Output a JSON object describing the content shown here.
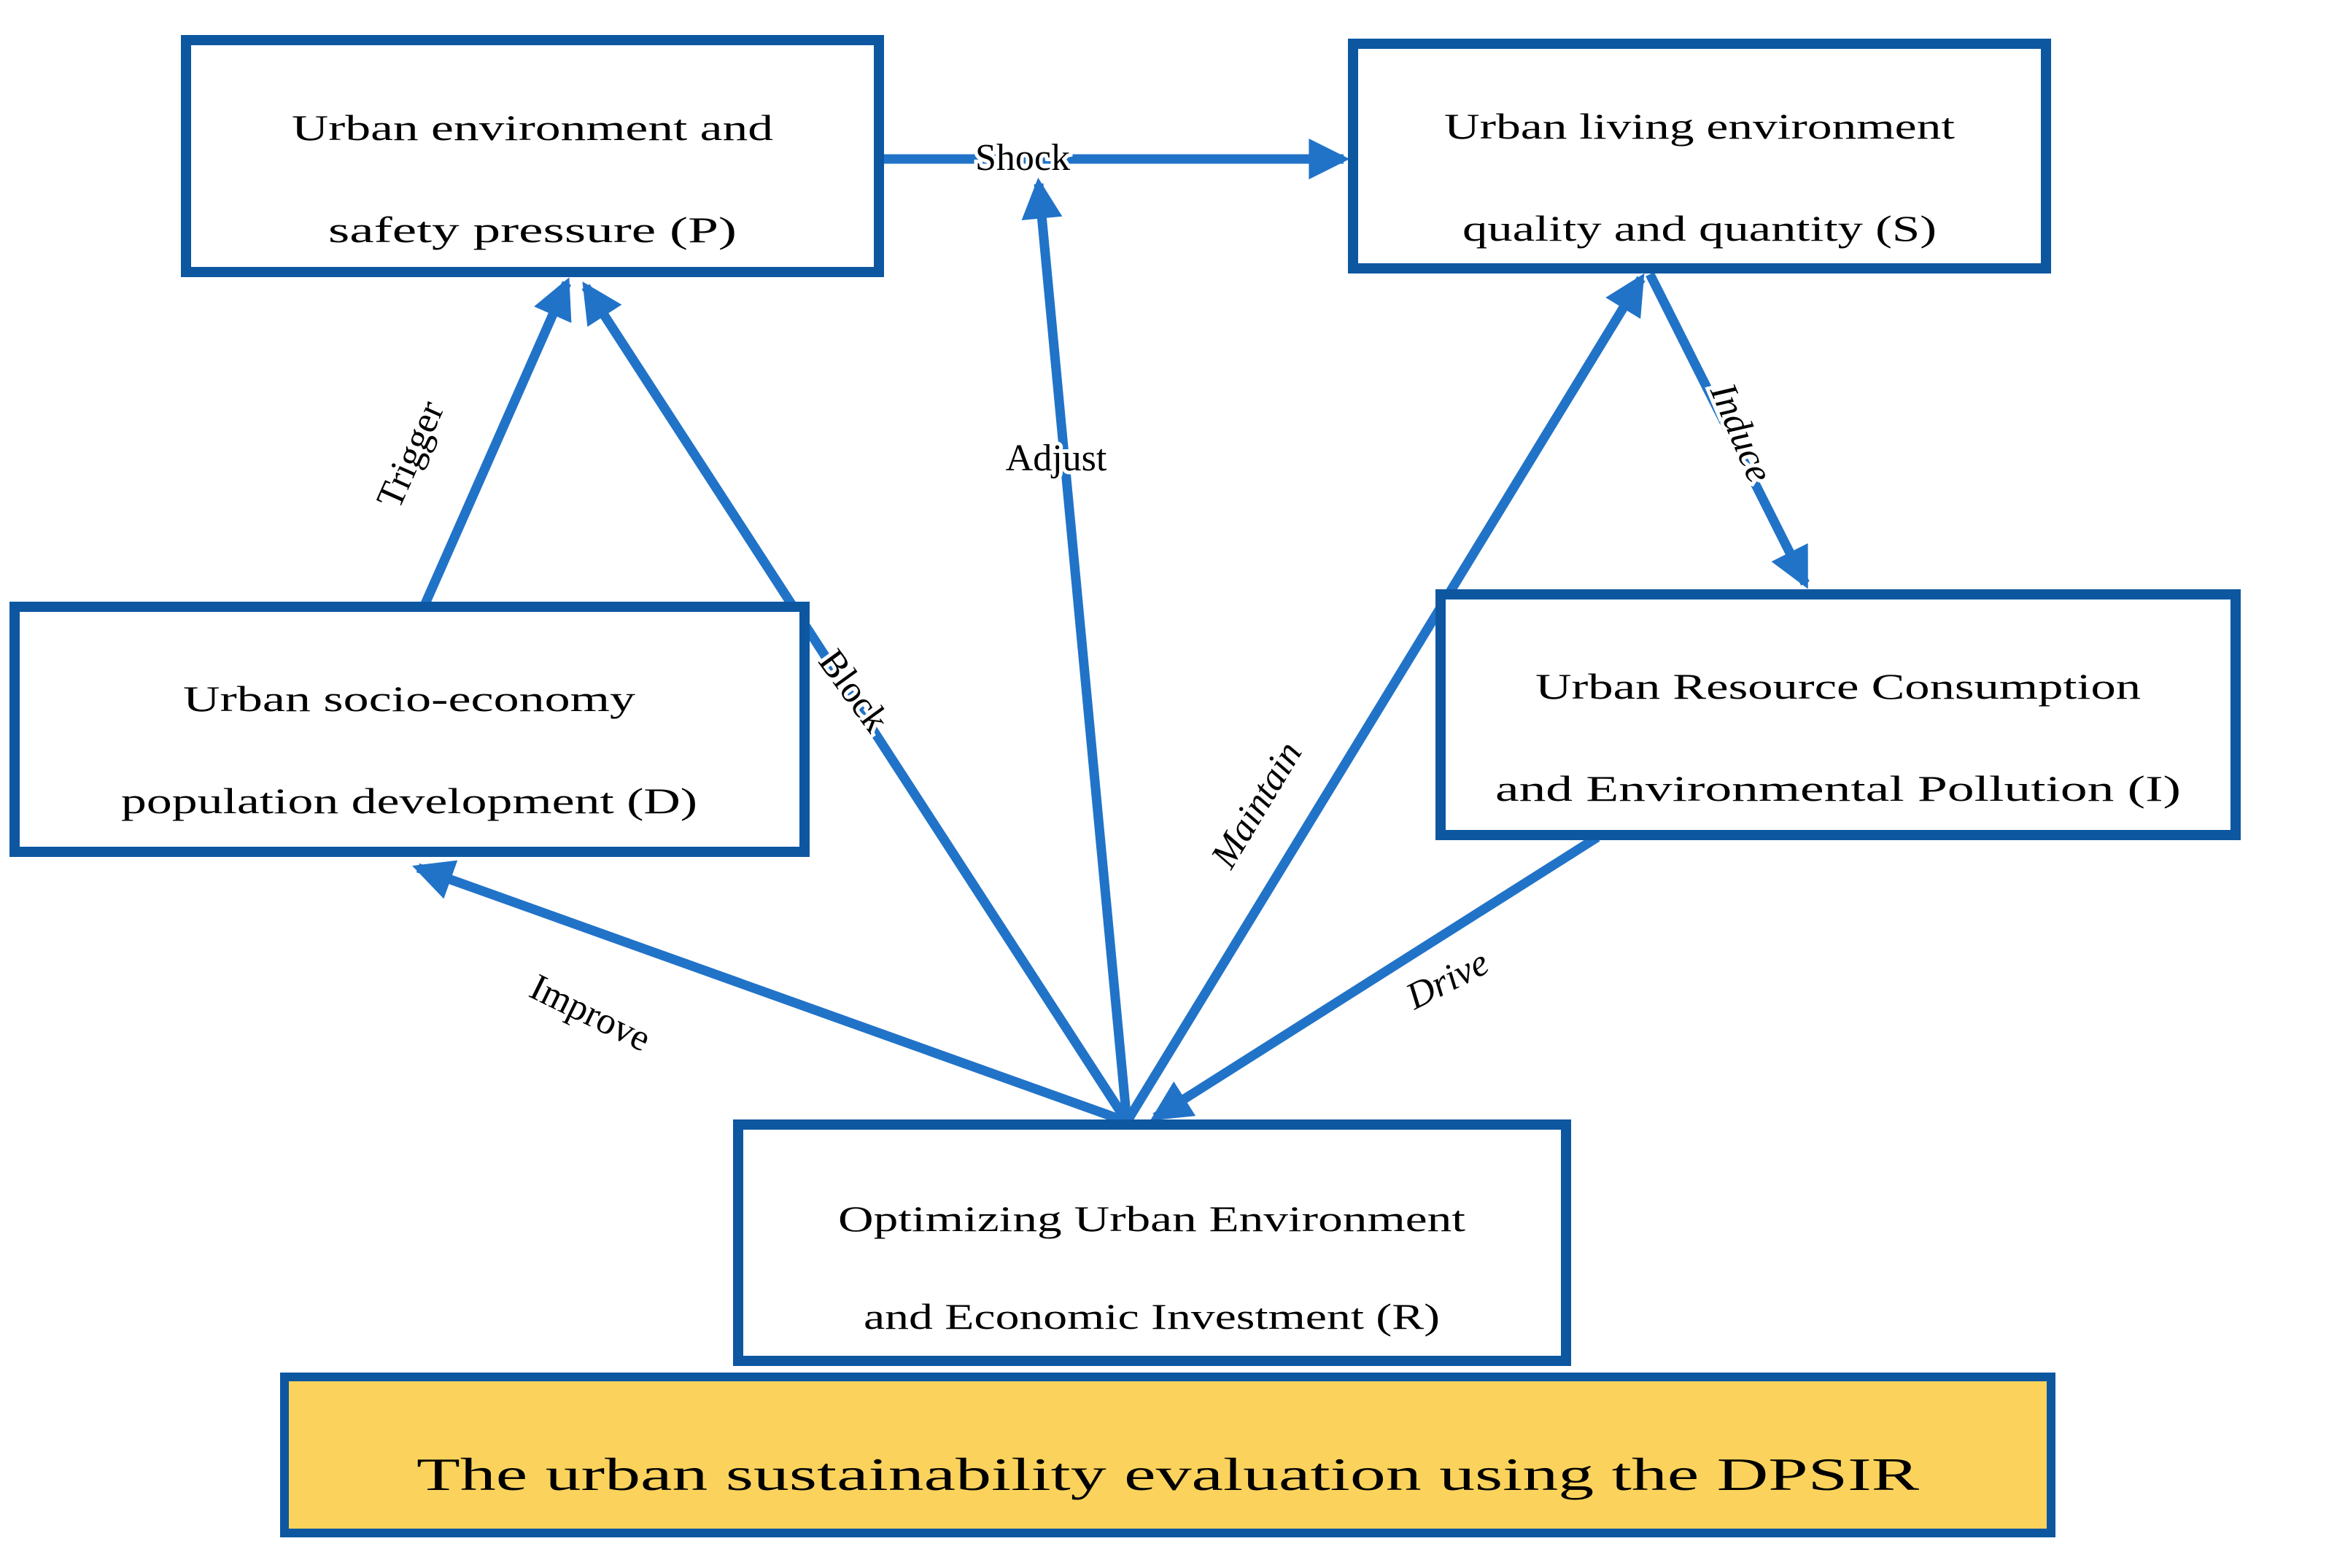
{
  "diagram": {
    "boxes": [
      {
        "id": "P",
        "line1": "Urban environment and",
        "line2": "safety pressure (P)"
      },
      {
        "id": "S",
        "line1": "Urban living environment",
        "line2": "quality and quantity (S)"
      },
      {
        "id": "D",
        "line1": "Urban socio-economy",
        "line2": "population development (D)"
      },
      {
        "id": "I",
        "line1": "Urban Resource Consumption",
        "line2": "and Environmental Pollution (I)"
      },
      {
        "id": "R",
        "line1": "Optimizing Urban Environment",
        "line2": "and Economic Investment (R)"
      }
    ],
    "arrow_labels": {
      "shock": "Shock",
      "adjust": "Adjust",
      "trigger": "Trigger",
      "block": "Block",
      "maintain": "Maintain",
      "improve": "Improve",
      "drive": "Drive",
      "induce": "Induce"
    },
    "banner": {
      "text": "The urban sustainability evaluation using the DPSIR"
    },
    "colors": {
      "box_border": "#0d57a1",
      "arrow": "#2173c8",
      "banner_fill": "#fbd35c",
      "text": "#000000"
    }
  }
}
